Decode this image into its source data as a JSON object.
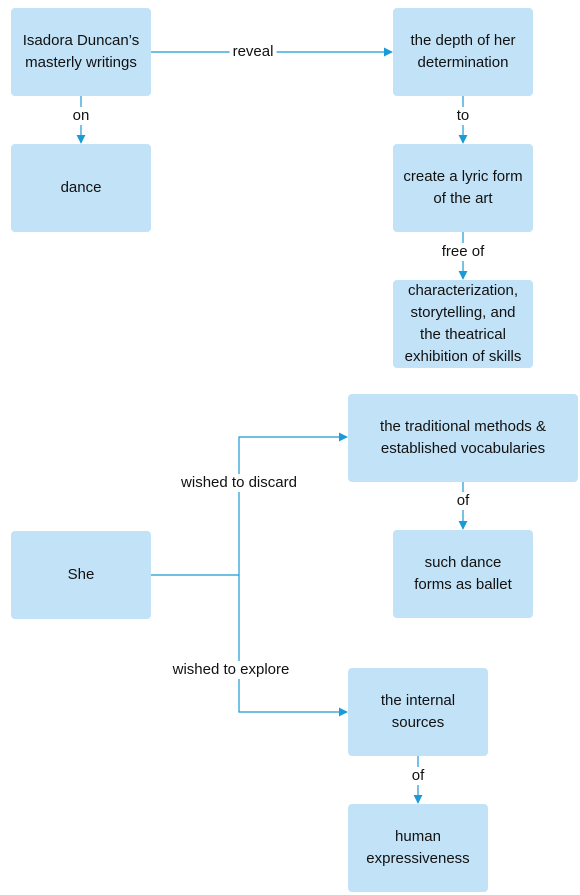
{
  "colors": {
    "node_fill": "#c2e2f7",
    "connector": "#1a9ad6",
    "text": "#111111"
  },
  "nodes": {
    "isadora": "Isadora Duncan’s\nmasterly writings",
    "dance": "dance",
    "depth": "the depth of her\ndetermination",
    "lyric": "create a lyric form\nof the art",
    "characterization": "characterization,\nstorytelling, and\nthe theatrical\nexhibition of skills",
    "she": "She",
    "traditional": "the traditional methods &\nestablished vocabularies",
    "ballet": "such dance\nforms as ballet",
    "internal": "the internal\nsources",
    "human": "human\nexpressiveness"
  },
  "edges": {
    "reveal": "reveal",
    "on": "on",
    "to": "to",
    "free_of": "free of",
    "wished_to_discard": "wished to discard",
    "of_traditional": "of",
    "wished_to_explore": "wished to explore",
    "of_internal": "of"
  }
}
